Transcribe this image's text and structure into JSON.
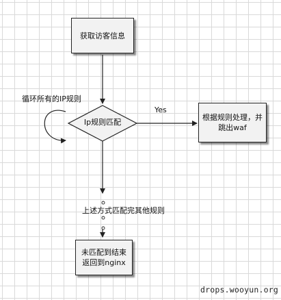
{
  "nodes": {
    "start": "获取访客信息",
    "decision": "Ip规则匹配",
    "handle": "根据规则处理，并跳出waf",
    "end": "未匹配到结束返回到nginx"
  },
  "labels": {
    "loop": "循环所有的IP规则",
    "yes": "Yes",
    "ellipsis": "上述方式匹配完其他规则"
  },
  "watermark": "drops.wooyun.org"
}
